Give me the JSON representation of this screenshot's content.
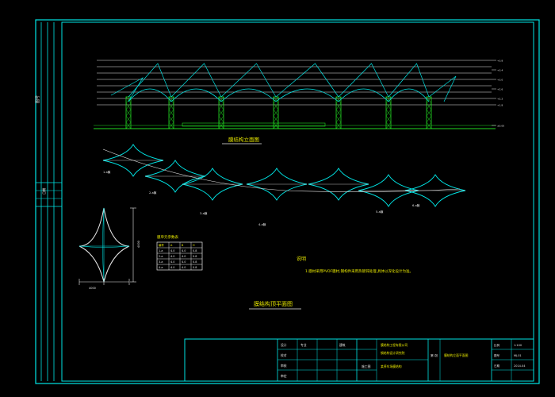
{
  "elevation": {
    "title": "膜结构立面图",
    "level_marks": [
      "+3.8",
      "+3.4",
      "+3.0",
      "+2.6",
      "+2.2",
      "+1.8",
      "±0.00"
    ]
  },
  "plan": {
    "title": "膜结构顶平面图",
    "unit_labels": [
      "1-a膜",
      "2-a膜",
      "3-a膜",
      "4-a膜",
      "5-a膜",
      "6-a膜"
    ]
  },
  "detail": {
    "dim_bottom": "4000",
    "dim_side": "4000"
  },
  "table": {
    "title": "膜单元参数表",
    "header": [
      "编号",
      "A",
      "B",
      "H"
    ],
    "rows": [
      [
        "1-a",
        "4.0",
        "4.0",
        "0.8"
      ],
      [
        "2-a",
        "4.0",
        "4.0",
        "0.8"
      ],
      [
        "3-a",
        "4.0",
        "4.0",
        "0.8"
      ],
      [
        "4-a",
        "4.0",
        "4.0",
        "0.8"
      ]
    ]
  },
  "notes": {
    "heading": "说明",
    "line1": "1.膜材采用PVDF膜材,钢构件采用热镀锌处理,具体以深化设计为准。"
  },
  "sidebar": {
    "label1": "图号",
    "label2": "日期"
  },
  "title_block": {
    "left_headers": [
      "设计",
      "校对",
      "审核",
      "审定"
    ],
    "role1": "专业",
    "role2": "建筑",
    "company_line1": "膜结构工程有限公司",
    "company_line2": "钢结构设计研究院",
    "project": "某停车场膜结构",
    "drawing_name": "膜结构立面平面图",
    "stage": "施工图",
    "scale_label": "比例",
    "scale_value": "1:100",
    "number_label": "图号",
    "number_value": "MJ-01",
    "date_label": "日期",
    "date_value": "2014.04",
    "sheet_label": "第1张"
  }
}
